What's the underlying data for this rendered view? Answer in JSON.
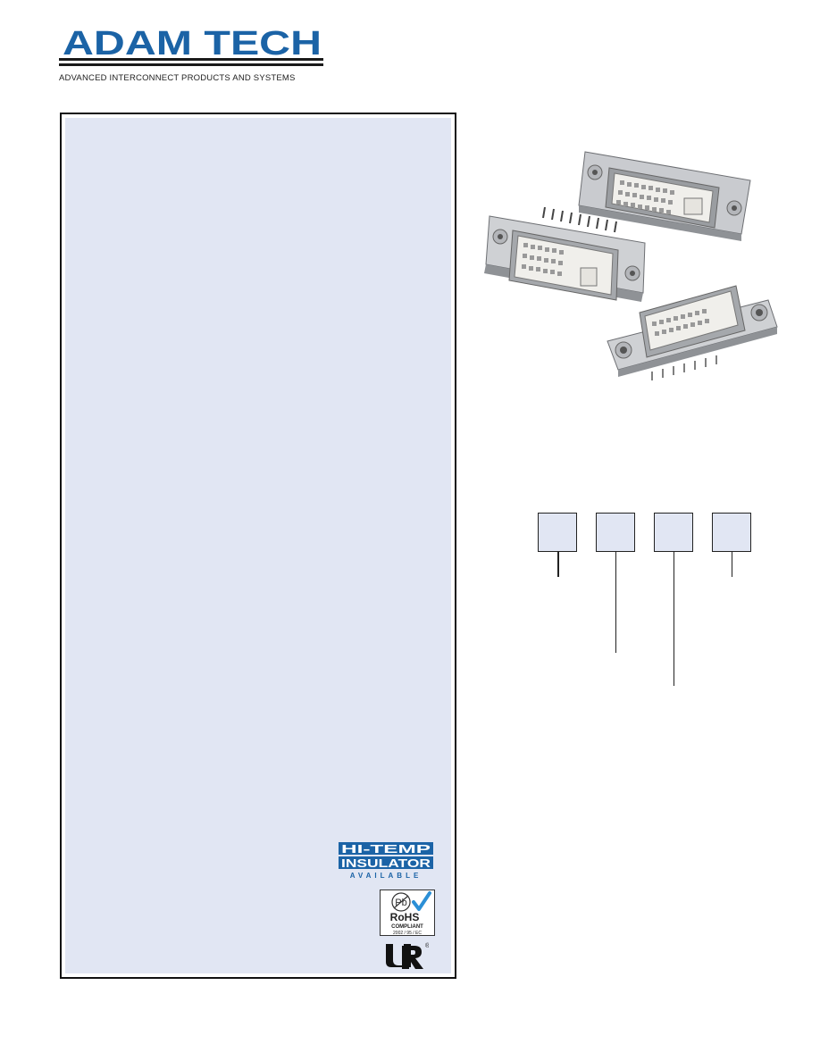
{
  "brand": {
    "name": "ADAM TECH",
    "tagline": "ADVANCED INTERCONNECT PRODUCTS AND SYSTEMS",
    "color": "#1b63a6"
  },
  "badges": {
    "hitemp": {
      "line1": "HI-TEMP",
      "line2": "INSULATOR",
      "line3": "AVAILABLE",
      "color": "#1b63a6"
    },
    "rohs": {
      "symbol": "Pb",
      "label": "RoHS",
      "status": "COMPLIANT",
      "directive": "2002 / 95 / EC"
    },
    "ul": {
      "symbol": "ᴿᵁ",
      "registered": "®"
    }
  },
  "colors": {
    "panel_bg": "#e1e6f3",
    "rule": "#1a1a1a"
  }
}
